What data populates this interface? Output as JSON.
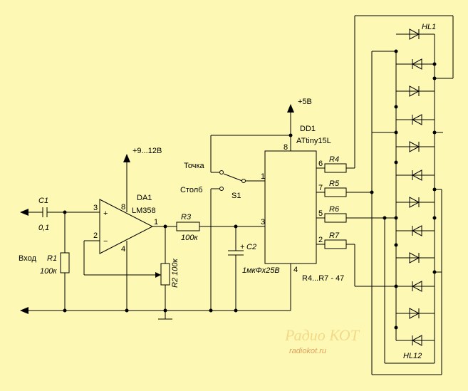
{
  "labels": {
    "c1": "C1",
    "c1_val": "0,1",
    "input": "Вход",
    "r1": "R1",
    "r1_val": "100к",
    "supply_opamp": "+9...12В",
    "da1": "DA1",
    "da1_type": "LM358",
    "pin3": "3",
    "pin2": "2",
    "pin8": "8",
    "pin4": "4",
    "pin1": "1",
    "plus": "+",
    "minus": "−",
    "r2": "R2 100к",
    "r3": "R3",
    "r3_val": "100к",
    "c2": "C2",
    "c2_plus": "+",
    "c2_val": "1мкФх25В",
    "tochka": "Точка",
    "stolb": "Столб",
    "s1": "S1",
    "supply_mcu": "+5В",
    "dd1": "DD1",
    "dd1_type": "ATtiny15L",
    "mcu_pin8": "8",
    "mcu_pin1": "1",
    "mcu_pin3": "3",
    "mcu_pin4": "4",
    "mcu_pin6": "6",
    "mcu_pin7": "7",
    "mcu_pin5": "5",
    "mcu_pin2": "2",
    "r4": "R4",
    "r5": "R5",
    "r6": "R6",
    "r7": "R7",
    "r_note": "R4...R7 - 47",
    "hl1": "HL1",
    "hl12": "HL12"
  },
  "watermark": {
    "brand": "Радио КОТ",
    "site": "radiokot.ru"
  },
  "colors": {
    "background": "#fdf8b3",
    "wire": "#000000",
    "watermark": "#e0a060"
  }
}
